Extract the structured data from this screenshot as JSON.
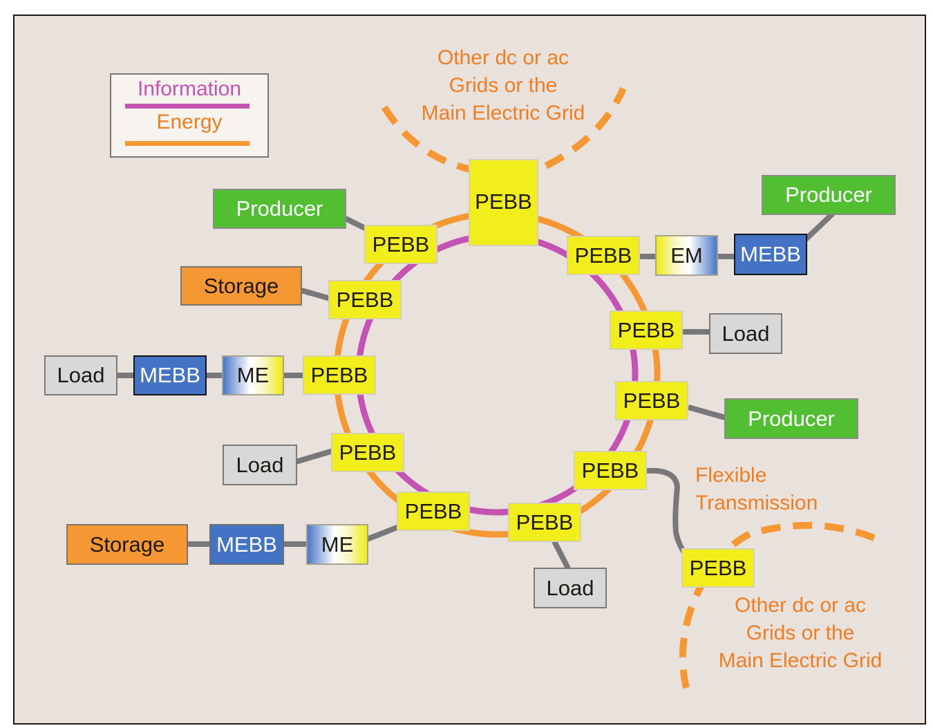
{
  "legend": {
    "information_label": "Information",
    "energy_label": "Energy",
    "information_color": "#c453b3",
    "energy_color": "#f59732"
  },
  "colors": {
    "background": "#e9e1dc",
    "pebb": "#f2ee1b",
    "producer": "#52bf33",
    "storage": "#f59732",
    "load": "#d7d8d7",
    "mebb": "#4472c4",
    "connector": "#78787a",
    "annotation_text": "#ef7d22"
  },
  "annotations": {
    "top_grid": [
      "Other dc or ac",
      "Grids or the",
      "Main Electric Grid"
    ],
    "flexible_transmission": [
      "Flexible",
      "Transmission"
    ],
    "bottom_grid": [
      "Other dc or ac",
      "Grids or the",
      "Main Electric Grid"
    ]
  },
  "ring_pebbs": [
    {
      "id": "pebb-top",
      "label": "PEBB"
    },
    {
      "id": "pebb-upper-left",
      "label": "PEBB"
    },
    {
      "id": "pebb-left-1",
      "label": "PEBB"
    },
    {
      "id": "pebb-left-2",
      "label": "PEBB"
    },
    {
      "id": "pebb-lower-left",
      "label": "PEBB"
    },
    {
      "id": "pebb-bottom-left",
      "label": "PEBB"
    },
    {
      "id": "pebb-bottom",
      "label": "PEBB"
    },
    {
      "id": "pebb-lower-right",
      "label": "PEBB"
    },
    {
      "id": "pebb-right-2",
      "label": "PEBB"
    },
    {
      "id": "pebb-right-1",
      "label": "PEBB"
    },
    {
      "id": "pebb-upper-right",
      "label": "PEBB"
    }
  ],
  "external_pebb": {
    "id": "pebb-flexible",
    "label": "PEBB"
  },
  "nodes": [
    {
      "id": "producer-upper-left",
      "type": "Producer",
      "label": "Producer"
    },
    {
      "id": "storage-upper-left",
      "type": "Storage",
      "label": "Storage"
    },
    {
      "id": "load-left",
      "type": "Load",
      "label": "Load"
    },
    {
      "id": "mebb-left",
      "type": "MEBB",
      "label": "MEBB"
    },
    {
      "id": "me-left",
      "type": "ME",
      "label": "ME"
    },
    {
      "id": "load-lower-left",
      "type": "Load",
      "label": "Load"
    },
    {
      "id": "storage-bottom-left",
      "type": "Storage",
      "label": "Storage"
    },
    {
      "id": "mebb-bottom-left",
      "type": "MEBB",
      "label": "MEBB"
    },
    {
      "id": "me-bottom-left",
      "type": "ME",
      "label": "ME"
    },
    {
      "id": "load-bottom",
      "type": "Load",
      "label": "Load"
    },
    {
      "id": "em-upper-right",
      "type": "EM",
      "label": "EM"
    },
    {
      "id": "mebb-upper-right",
      "type": "MEBB",
      "label": "MEBB"
    },
    {
      "id": "producer-top-right",
      "type": "Producer",
      "label": "Producer"
    },
    {
      "id": "load-right",
      "type": "Load",
      "label": "Load"
    },
    {
      "id": "producer-right",
      "type": "Producer",
      "label": "Producer"
    }
  ]
}
